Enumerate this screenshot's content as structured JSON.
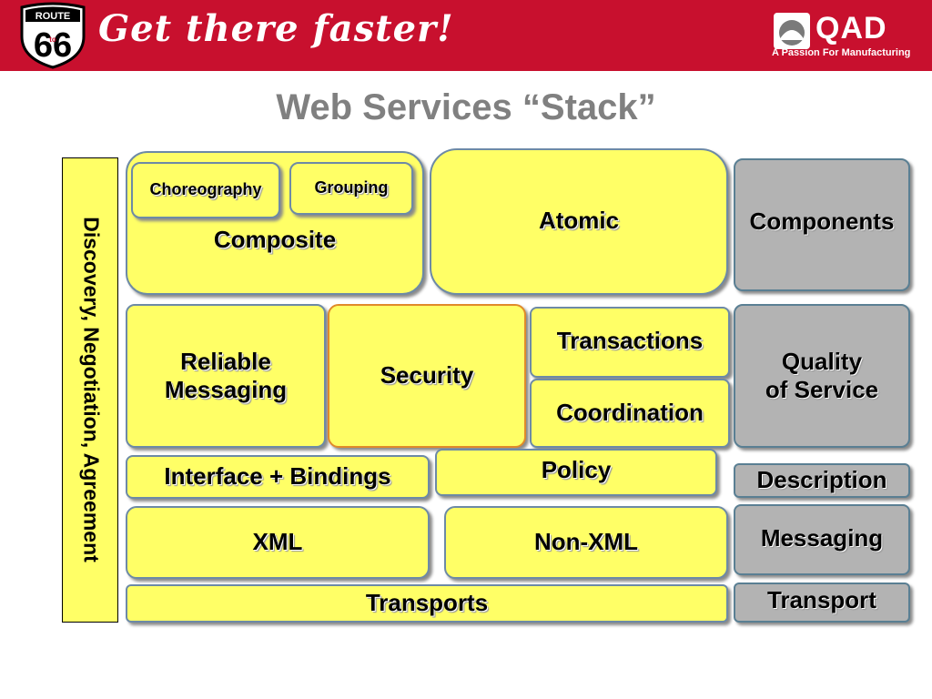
{
  "header": {
    "logo": {
      "top": "ROUTE",
      "number": "66",
      "small": "to"
    },
    "tagline": "Get there faster!",
    "brand": {
      "name": "QAD",
      "subtitle": "A Passion For Manufacturing"
    }
  },
  "title": "Web Services “Stack”",
  "sidebar_label": "Discovery, Negotiation, Agreement",
  "stack": {
    "composite": "Composite",
    "choreography": "Choreography",
    "grouping": "Grouping",
    "atomic": "Atomic",
    "reliable_messaging": [
      "Reliable",
      "Messaging"
    ],
    "security": "Security",
    "transactions": "Transactions",
    "coordination": "Coordination",
    "interface_bindings": "Interface + Bindings",
    "policy": "Policy",
    "xml": "XML",
    "non_xml": "Non-XML",
    "transports": "Transports"
  },
  "layers": {
    "components": "Components",
    "quality_of_service": [
      "Quality",
      "of Service"
    ],
    "description": "Description",
    "messaging": "Messaging",
    "transport": "Transport"
  },
  "colors": {
    "banner": "#c8102e",
    "box_yellow": "#ffff66",
    "box_gray": "#b3b3b3",
    "title_gray": "#808080"
  }
}
